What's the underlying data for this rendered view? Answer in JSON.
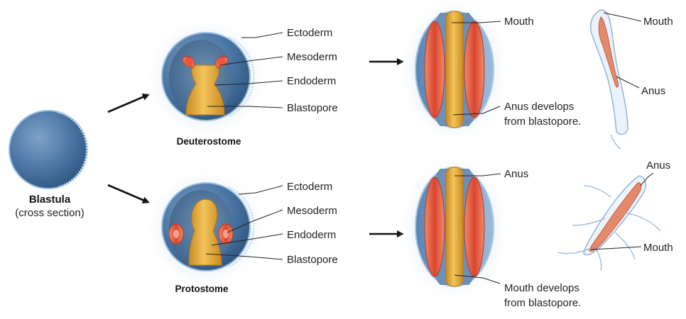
{
  "blastula": {
    "title": "Blastula",
    "subtitle": "(cross section)"
  },
  "deuterostome": {
    "caption": "Deuterostome",
    "labels": {
      "ectoderm": "Ectoderm",
      "mesoderm": "Mesoderm",
      "endoderm": "Endoderm",
      "blastopore": "Blastopore"
    },
    "embryo_top": "Mouth",
    "embryo_bottom_line1": "Anus develops",
    "embryo_bottom_line2": "from blastopore.",
    "animal_mouth": "Mouth",
    "animal_anus": "Anus"
  },
  "protostome": {
    "caption": "Protostome",
    "labels": {
      "ectoderm": "Ectoderm",
      "mesoderm": "Mesoderm",
      "endoderm": "Endoderm",
      "blastopore": "Blastopore"
    },
    "embryo_top": "Anus",
    "embryo_bottom_line1": "Mouth develops",
    "embryo_bottom_line2": "from blastopore.",
    "animal_anus": "Anus",
    "animal_mouth": "Mouth"
  },
  "colors": {
    "ectoderm_blue": "#4a78a8",
    "endoderm_gold": "#e0a83a",
    "mesoderm_red": "#e0503a"
  }
}
